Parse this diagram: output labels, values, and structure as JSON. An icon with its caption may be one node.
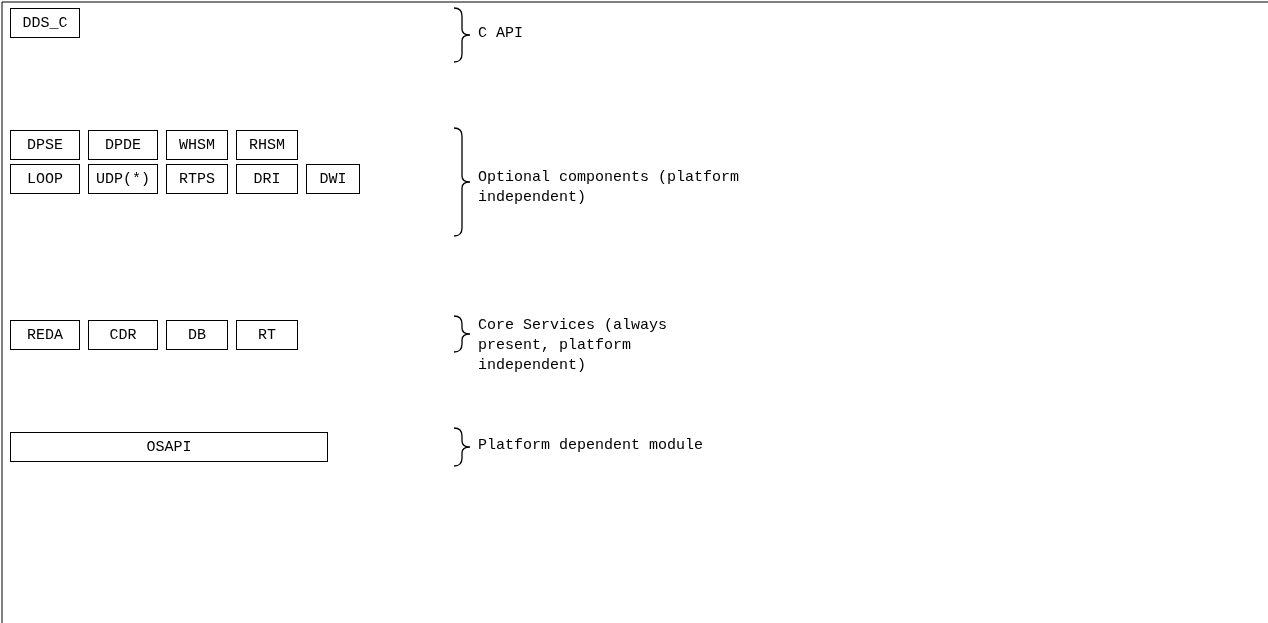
{
  "diagram": {
    "nodes": [
      {
        "text": [
          "DDS_C"
        ]
      },
      {
        "text": [
          "DPSE"
        ]
      },
      {
        "text": [
          "DPDE"
        ]
      },
      {
        "text": [
          "WHSM"
        ]
      },
      {
        "text": [
          "RHSM"
        ]
      },
      {
        "text": [
          "LOOP"
        ]
      },
      {
        "text": [
          "UDP(*)"
        ]
      },
      {
        "text": [
          "RTPS"
        ]
      },
      {
        "text": [
          "DRI"
        ]
      },
      {
        "text": [
          "DWI"
        ]
      },
      {
        "text": [
          "REDA"
        ]
      },
      {
        "text": [
          "CDR"
        ]
      },
      {
        "text": [
          "DB"
        ]
      },
      {
        "text": [
          "RT"
        ]
      },
      {
        "text": [
          "OSAPI"
        ]
      }
    ],
    "edges": [],
    "labels": [
      "C API",
      "Optional components (platform independent)",
      "Core Services (always present, platform independent)",
      "Platform dependent module"
    ]
  }
}
